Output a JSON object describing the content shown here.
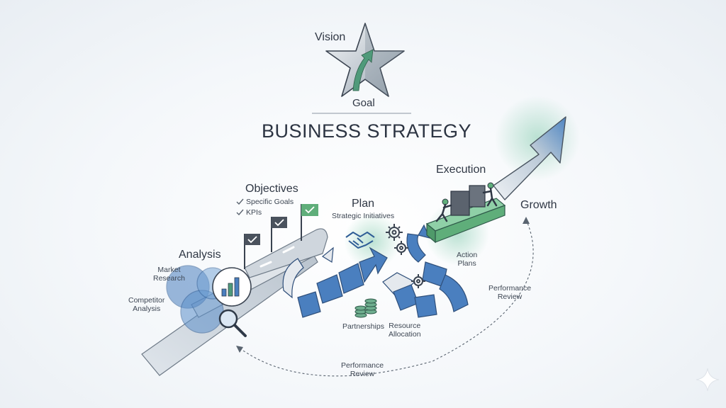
{
  "vision": "Vision",
  "goal": "Goal",
  "title": "BUSINESS STRATEGY",
  "analysis": {
    "heading": "Analysis",
    "market_research": "Market\nResearch",
    "competitor_analysis": "Competitor\nAnalysis"
  },
  "objectives": {
    "heading": "Objectives",
    "items": [
      "Specific Goals",
      "KPIs"
    ]
  },
  "plan": {
    "heading": "Plan",
    "strategic_initiatives": "Strategic Initiatives",
    "partnerships": "Partnerships",
    "resource_allocation": "Resource\nAllocation",
    "action_plans": "Action\nPlans"
  },
  "execution": "Execution",
  "growth": "Growth",
  "performance_review_right": "Performance\nReview",
  "performance_review_bottom": "Performance\nReview",
  "icons": [
    "star-icon",
    "check-icon",
    "flag-icon",
    "bar-chart-icon",
    "magnifier-icon",
    "handshake-icon",
    "gear-icon",
    "coins-icon",
    "sparkle-icon"
  ],
  "colors": {
    "blue": "#4a7fbf",
    "green": "#5fae7a",
    "dark": "#3a4350",
    "gray": "#c9d0d8"
  }
}
